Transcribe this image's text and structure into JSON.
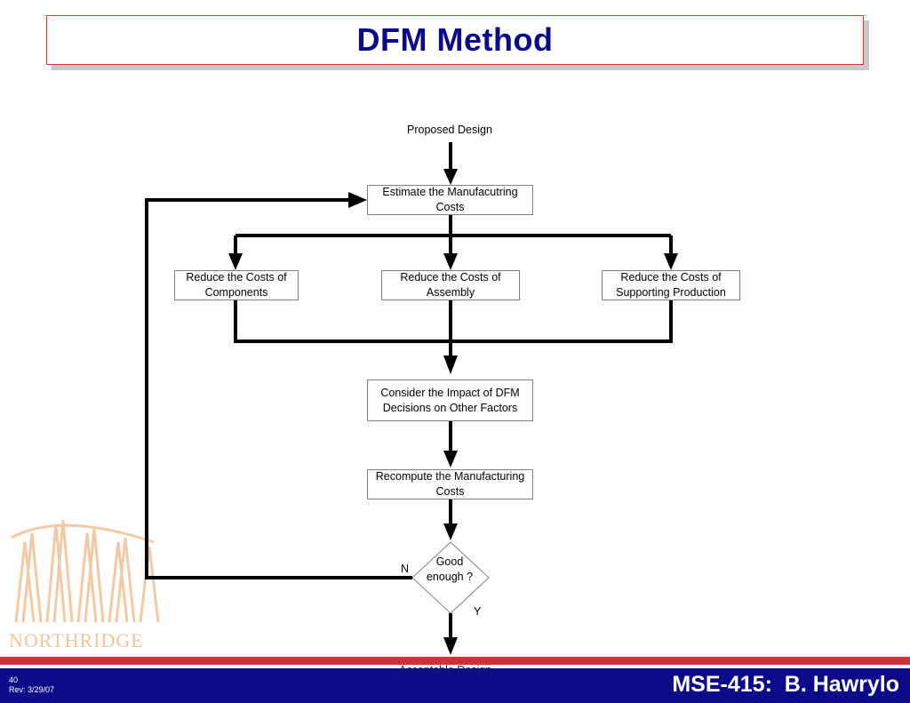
{
  "slide": {
    "title": "DFM Method",
    "number": "40",
    "revision": "Rev: 3/29/07",
    "footer_title": "MSE-415:  B. Hawrylo",
    "watermark_text": "NORTHRIDGE"
  },
  "flowchart": {
    "start": "Proposed Design",
    "estimate": "Estimate the Manufacutring Costs",
    "reduce_components": "Reduce the Costs of Components",
    "reduce_assembly": "Reduce the Costs of Assembly",
    "reduce_supporting": "Reduce the Costs of Supporting Production",
    "consider": "Consider the Impact of DFM Decisions on Other Factors",
    "recompute": "Recompute the Manufacturing Costs",
    "decision": "Good enough ?",
    "no_label": "N",
    "yes_label": "Y",
    "end": "Acceptable Design"
  },
  "colors": {
    "title_text": "#0a0a8c",
    "title_border": "#e03030",
    "footer_band": "#0b0b8a",
    "footer_stripe": "#d0303a",
    "watermark": "#f2c49a"
  }
}
